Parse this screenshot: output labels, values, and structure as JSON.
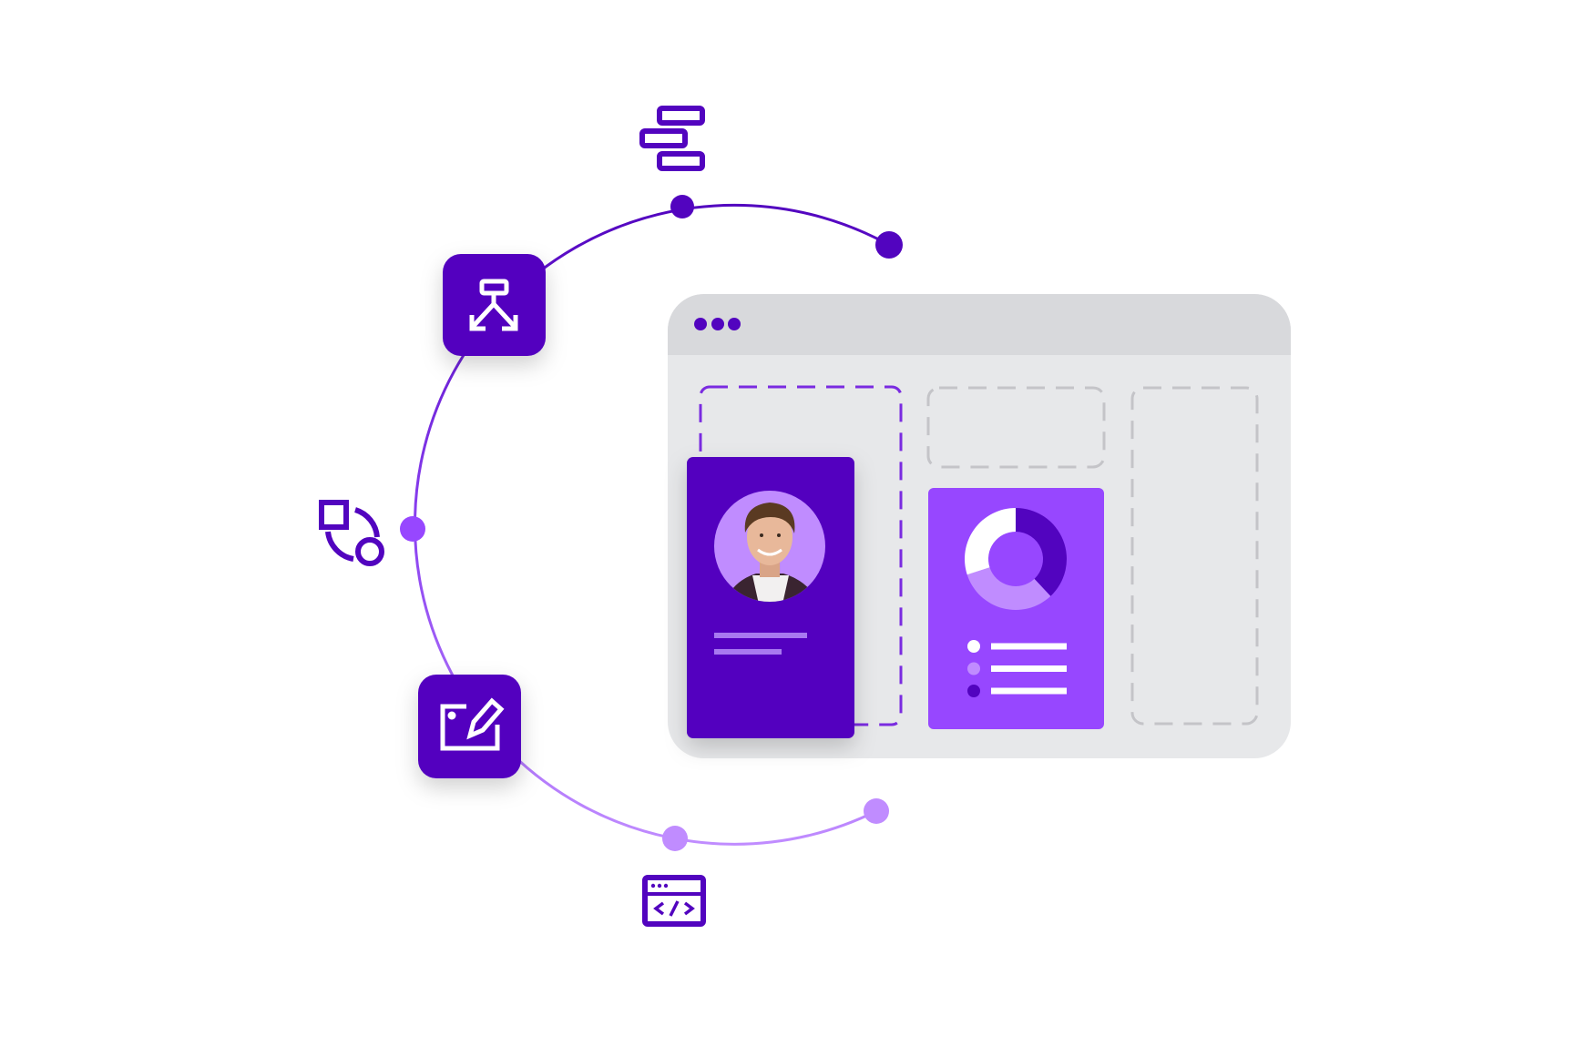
{
  "colors": {
    "primary": "#5204bf",
    "secondary": "#9747ff",
    "light": "#c08cff",
    "window_bg": "#e7e8ea",
    "titlebar_bg": "#d8d9dc",
    "dash_gray": "#c4c4c8"
  },
  "icons": {
    "top": "gantt-bars-icon",
    "box_upper": "flow-split-icon",
    "left": "shapes-icon",
    "box_lower": "edit-icon",
    "bottom": "code-window-icon"
  },
  "window": {
    "dots": 3,
    "placeholders": 3
  },
  "chart_card": {
    "donut_segments": [
      {
        "color": "#5204bf",
        "share": 0.38
      },
      {
        "color": "#c08cff",
        "share": 0.32
      },
      {
        "color": "#ffffff",
        "share": 0.3
      }
    ],
    "legend_dots": [
      "#ffffff",
      "#c08cff",
      "#5204bf"
    ]
  }
}
